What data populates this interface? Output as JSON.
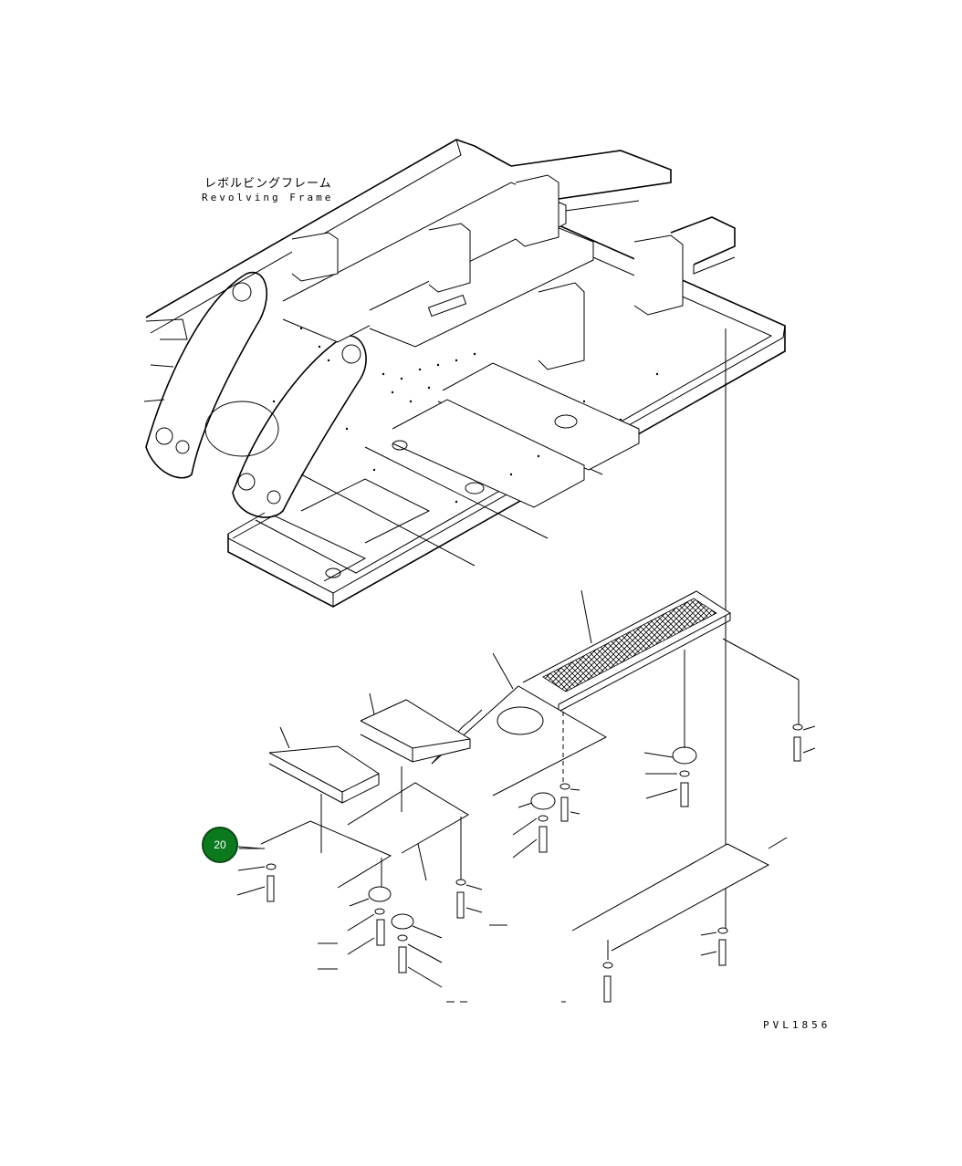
{
  "diagram": {
    "title_jp": "レボルビングフレーム",
    "title_en": "Revolving Frame",
    "drawing_code": "PVL1856"
  },
  "callouts": [
    {
      "label": "20",
      "color": "#0b7a1f"
    }
  ],
  "icons": [
    "callout-circle"
  ]
}
